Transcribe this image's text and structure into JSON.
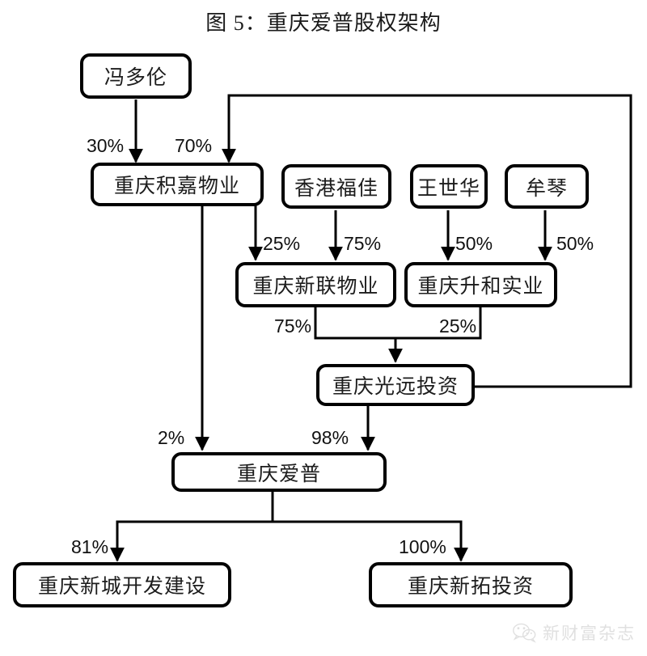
{
  "title": "图 5：重庆爱普股权架构",
  "colors": {
    "box_border": "#000000",
    "box_fill": "#ffffff",
    "line": "#000000",
    "text": "#1c1c1c",
    "watermark": "#9a9a9a"
  },
  "nodes": {
    "feng_duolun": {
      "label": "冯多伦"
    },
    "jijia": {
      "label": "重庆积嘉物业"
    },
    "hongkong_fujia": {
      "label": "香港福佳"
    },
    "wang_shihua": {
      "label": "王世华"
    },
    "mou_qin": {
      "label": "牟琴"
    },
    "xinlian": {
      "label": "重庆新联物业"
    },
    "shenghe": {
      "label": "重庆升和实业"
    },
    "guangyuan": {
      "label": "重庆光远投资"
    },
    "aipu": {
      "label": "重庆爱普"
    },
    "xincheng": {
      "label": "重庆新城开发建设"
    },
    "xintuo": {
      "label": "重庆新拓投资"
    }
  },
  "edges": [
    {
      "from": "feng_duolun",
      "to": "jijia",
      "label": "30%"
    },
    {
      "from": "guangyuan",
      "to": "jijia",
      "label": "70%"
    },
    {
      "from": "jijia",
      "to": "xinlian",
      "label": "25%"
    },
    {
      "from": "hongkong_fujia",
      "to": "xinlian",
      "label": "75%"
    },
    {
      "from": "wang_shihua",
      "to": "shenghe",
      "label": "50%"
    },
    {
      "from": "mou_qin",
      "to": "shenghe",
      "label": "50%"
    },
    {
      "from": "xinlian",
      "to": "guangyuan",
      "label": "75%"
    },
    {
      "from": "shenghe",
      "to": "guangyuan",
      "label": "25%"
    },
    {
      "from": "jijia",
      "to": "aipu",
      "label": "2%"
    },
    {
      "from": "guangyuan",
      "to": "aipu",
      "label": "98%"
    },
    {
      "from": "aipu",
      "to": "xincheng",
      "label": "81%"
    },
    {
      "from": "aipu",
      "to": "xintuo",
      "label": "100%"
    }
  ],
  "labels": {
    "p30": "30%",
    "p70": "70%",
    "p25_xinlian": "25%",
    "p75_xinlian": "75%",
    "p50_left": "50%",
    "p50_right": "50%",
    "p75_guangyuan": "75%",
    "p25_guangyuan": "25%",
    "p2": "2%",
    "p98": "98%",
    "p81": "81%",
    "p100": "100%"
  },
  "watermark": {
    "text": "新财富杂志",
    "icon": "wechat-icon"
  }
}
